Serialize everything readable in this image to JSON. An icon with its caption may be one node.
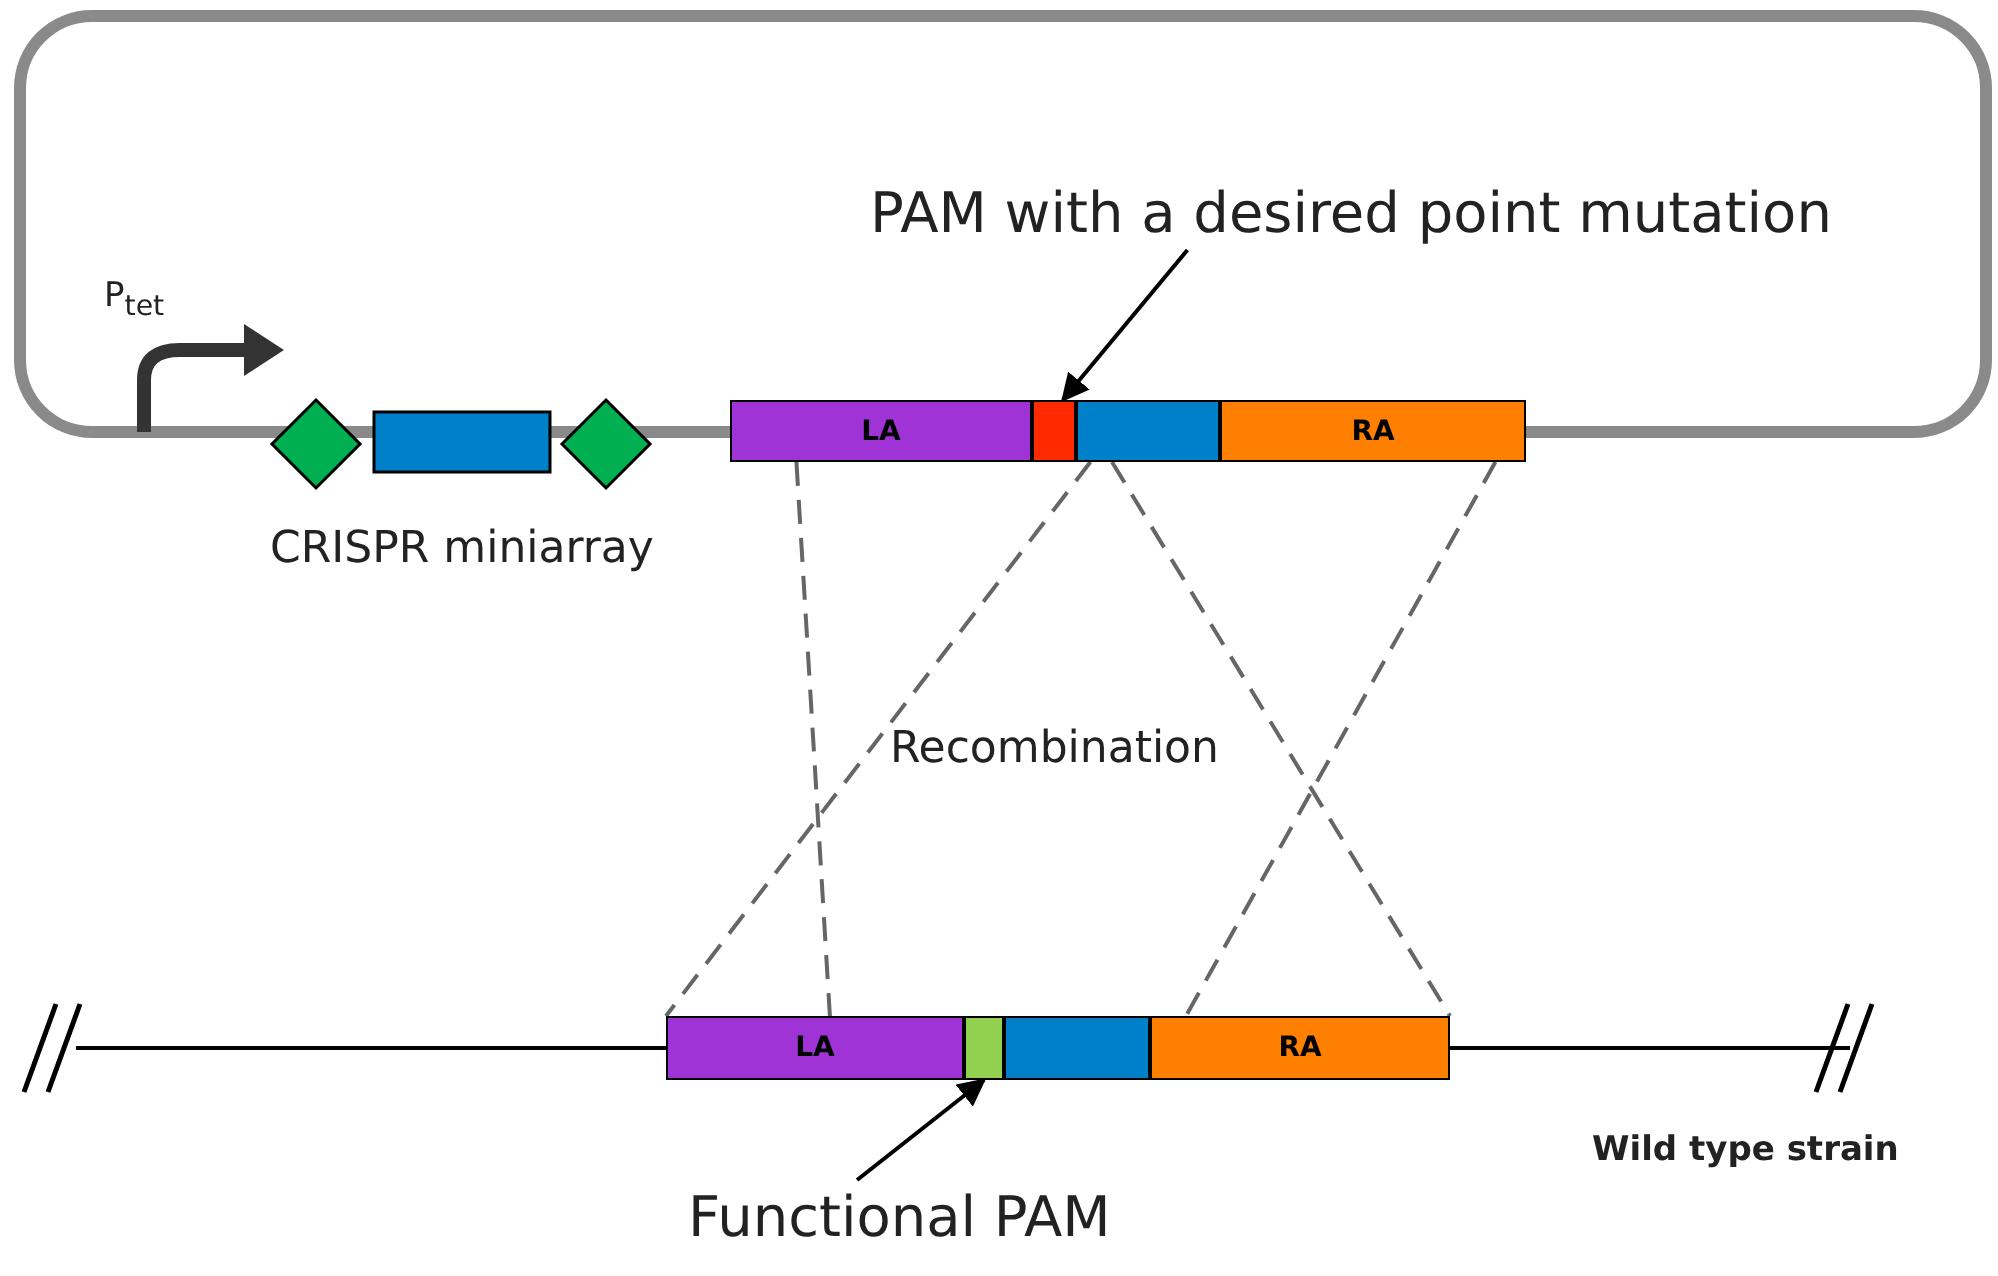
{
  "diagram": {
    "nodes": [
      {
        "text": [
          "PAM with a desired point mutation"
        ]
      },
      {
        "text": [
          "LA"
        ]
      },
      {
        "text": [],
        "shape": "bar"
      },
      {
        "text": [],
        "shape": "bar"
      },
      {
        "text": [
          "RA"
        ]
      },
      {
        "text": [
          "LA"
        ]
      },
      {
        "text": [],
        "shape": "bar"
      },
      {
        "text": [],
        "shape": "bar"
      },
      {
        "text": [
          "RA"
        ]
      },
      {
        "text": [
          "Functional PAM"
        ]
      }
    ],
    "edges": [
      {
        "from": 0,
        "to": 2,
        "arrow": "to",
        "color": "#000000"
      },
      {
        "from": 9,
        "to": 6,
        "arrow": "to",
        "color": "#000000"
      },
      {
        "from": 1,
        "to": 5,
        "arrow": "none",
        "style": "dashed"
      },
      {
        "from": 3,
        "to": 5,
        "arrow": "none",
        "style": "dashed"
      },
      {
        "from": 3,
        "to": 8,
        "arrow": "none",
        "style": "dashed"
      },
      {
        "from": 4,
        "to": 8,
        "arrow": "none",
        "style": "dashed"
      }
    ],
    "labels": [
      "P$_{tet}$",
      "CRISPR miniarray",
      "Recombination",
      "Wild type strain"
    ]
  }
}
